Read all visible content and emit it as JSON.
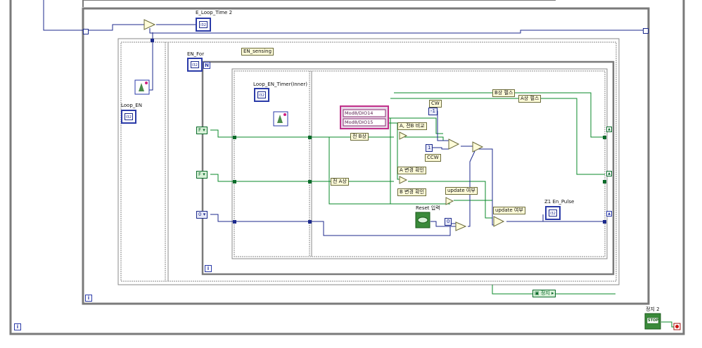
{
  "loops": {
    "e_loop_time": "E_Loop_Time 2",
    "loop_en": "Loop_EN",
    "en_for": "EN_For",
    "for_count": "N",
    "en_sensing": "EN_sensing",
    "loop_en_timer": "Loop_EN_Timer(Inner)",
    "iteration": "i"
  },
  "indicators": {
    "numeric_glyph": "I32"
  },
  "channels": {
    "dio14": "Mod8/DIO14",
    "dio15": "Mod8/DIO15"
  },
  "labels": {
    "b_pulse": "B상 펄스",
    "a_pulse": "A상 펄스",
    "cw": "CW",
    "ccw": "CCW",
    "a_compare": "A, 전B 비교",
    "prev_b": "전 B상",
    "a_change": "A 변경 확인",
    "prev_a": "전 A상",
    "b_change": "B 변경 확인",
    "update1": "update 여부",
    "update2": "update 여부",
    "reset": "Reset 입력",
    "z1": "Z1 En_Pulse",
    "stop": "정지 2",
    "stop_btn": "STOP",
    "cond_stop": "정지"
  },
  "constants": {
    "false1": "F",
    "false2": "F",
    "zero1": "0",
    "zero2": "0",
    "one": "1",
    "minus_one": "-1"
  },
  "colors": {
    "boolean_wire": "#0a8a2a",
    "numeric_wire": "#1c2a8c",
    "frame": "#7a7a7a",
    "channel_border": "#c0308a"
  }
}
